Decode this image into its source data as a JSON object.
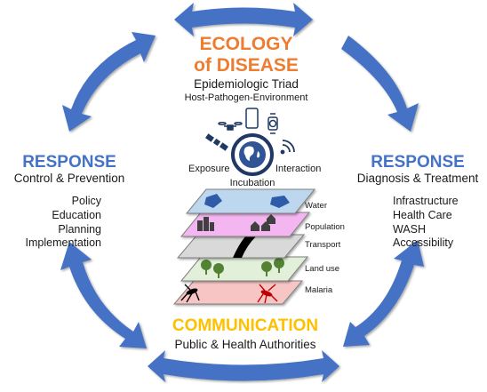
{
  "top": {
    "title_line1": "ECOLOGY",
    "title_line2": "of DISEASE",
    "subtitle": "Epidemiologic Triad",
    "subtitle2": "Host-Pathogen-Environment"
  },
  "left": {
    "title": "RESPONSE",
    "subtitle": "Control & Prevention",
    "items": [
      "Policy",
      "Education",
      "Planning",
      "Implementation"
    ]
  },
  "right": {
    "title": "RESPONSE",
    "subtitle": "Diagnosis & Treatment",
    "items": [
      "Infrastructure",
      "Health Care",
      "WASH",
      "Accessibility"
    ]
  },
  "bottom": {
    "title": "COMMUNICATION",
    "subtitle": "Public & Health Authorities"
  },
  "triad": {
    "exposure": "Exposure",
    "interaction": "Interaction",
    "incubation": "Incubation"
  },
  "layers": [
    "Water",
    "Population",
    "Transport",
    "Land use",
    "Malaria"
  ],
  "colors": {
    "arrow": "#4472C4",
    "ecology": "#ED7D31",
    "response": "#4472C4",
    "communication": "#FFC000",
    "layer_water": "#BDD7EE",
    "layer_population": "#F4B6F0",
    "layer_transport": "#D9D9D9",
    "layer_landuse": "#E2F0D9",
    "layer_malaria": "#F8C5C5"
  },
  "icons": [
    "satellite-icon",
    "drone-icon",
    "smartphone-icon",
    "smartwatch-icon",
    "wifi-icon",
    "globe-icon",
    "building-icon",
    "house-icon",
    "tree-icon",
    "mosquito-icon"
  ]
}
